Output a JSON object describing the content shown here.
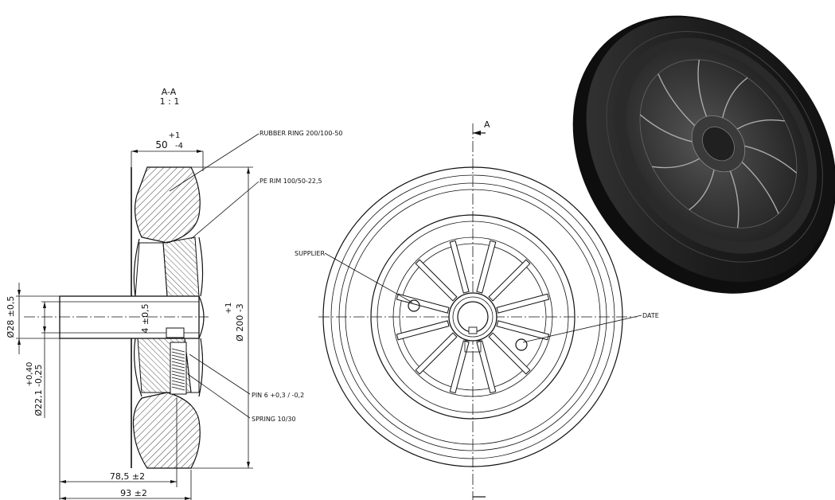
{
  "section": {
    "title": "A-A",
    "scale": "1 : 1"
  },
  "view_marker": "A",
  "dimensions": {
    "width_tol": "+1",
    "width_value": "50",
    "width_lower": "-4",
    "shaft_dia": "Ø28 ±0,5",
    "bore_upper": "+0,40",
    "bore_dia": "Ø22,1 -0,25",
    "inner_offset": "4 ±0,5",
    "outer_tol": "+1",
    "outer_dia": "Ø 200 -3",
    "length_1": "78,5 ±2",
    "length_2": "93 ±2"
  },
  "callouts": {
    "rubber_ring": "RUBBER RING 200/100-50",
    "pe_rim": "PE RIM 100/50-22,5",
    "pin": "PIN 6 +0,3 / -0,2",
    "spring": "SPRING 10/30",
    "supplier": "SUPPLIER",
    "date": "DATE"
  }
}
